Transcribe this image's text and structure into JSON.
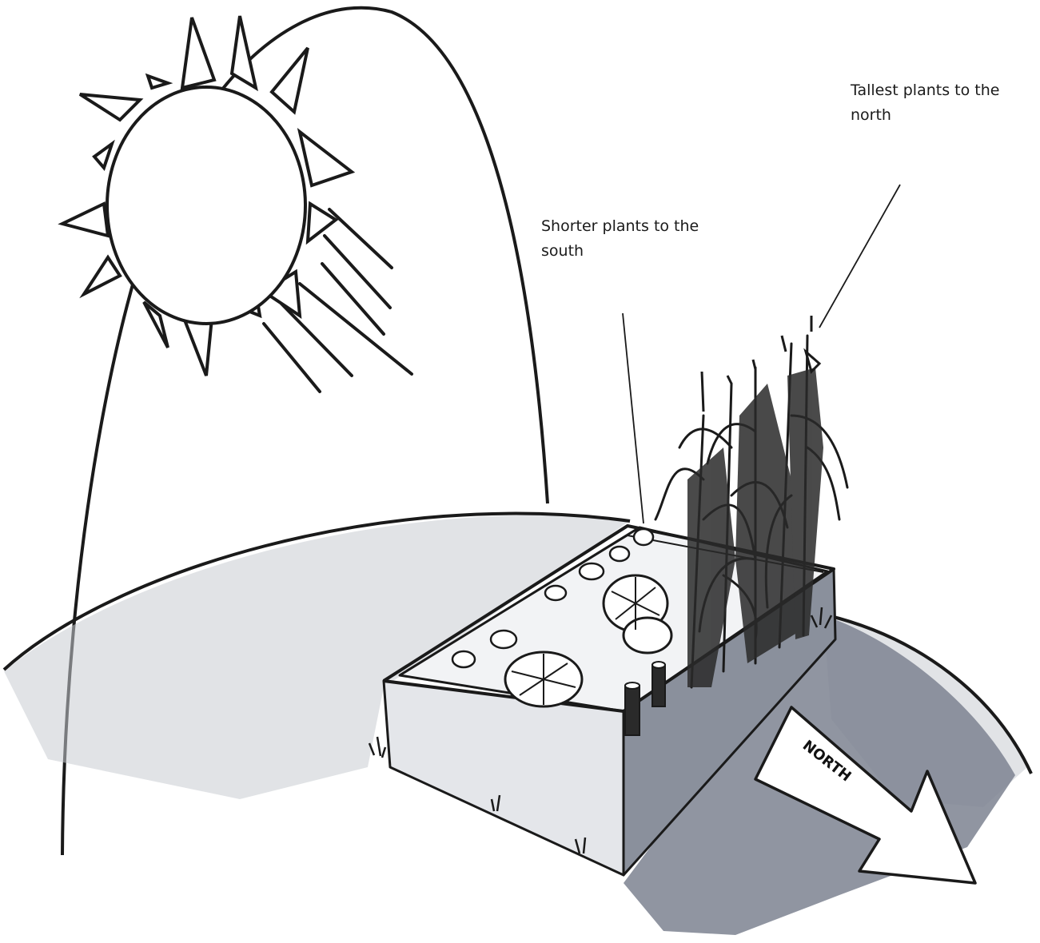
{
  "annotations": {
    "tallest": {
      "line1": "Tallest plants to the",
      "line2": "north"
    },
    "shorter": {
      "line1": "Shorter plants to the",
      "line2": "south"
    }
  },
  "compass": {
    "direction": "NORTH"
  },
  "colors": {
    "ink": "#1a1a1a",
    "shadow": "#7c8391",
    "ground_shade": "#b8bcc4",
    "background": "#ffffff"
  }
}
